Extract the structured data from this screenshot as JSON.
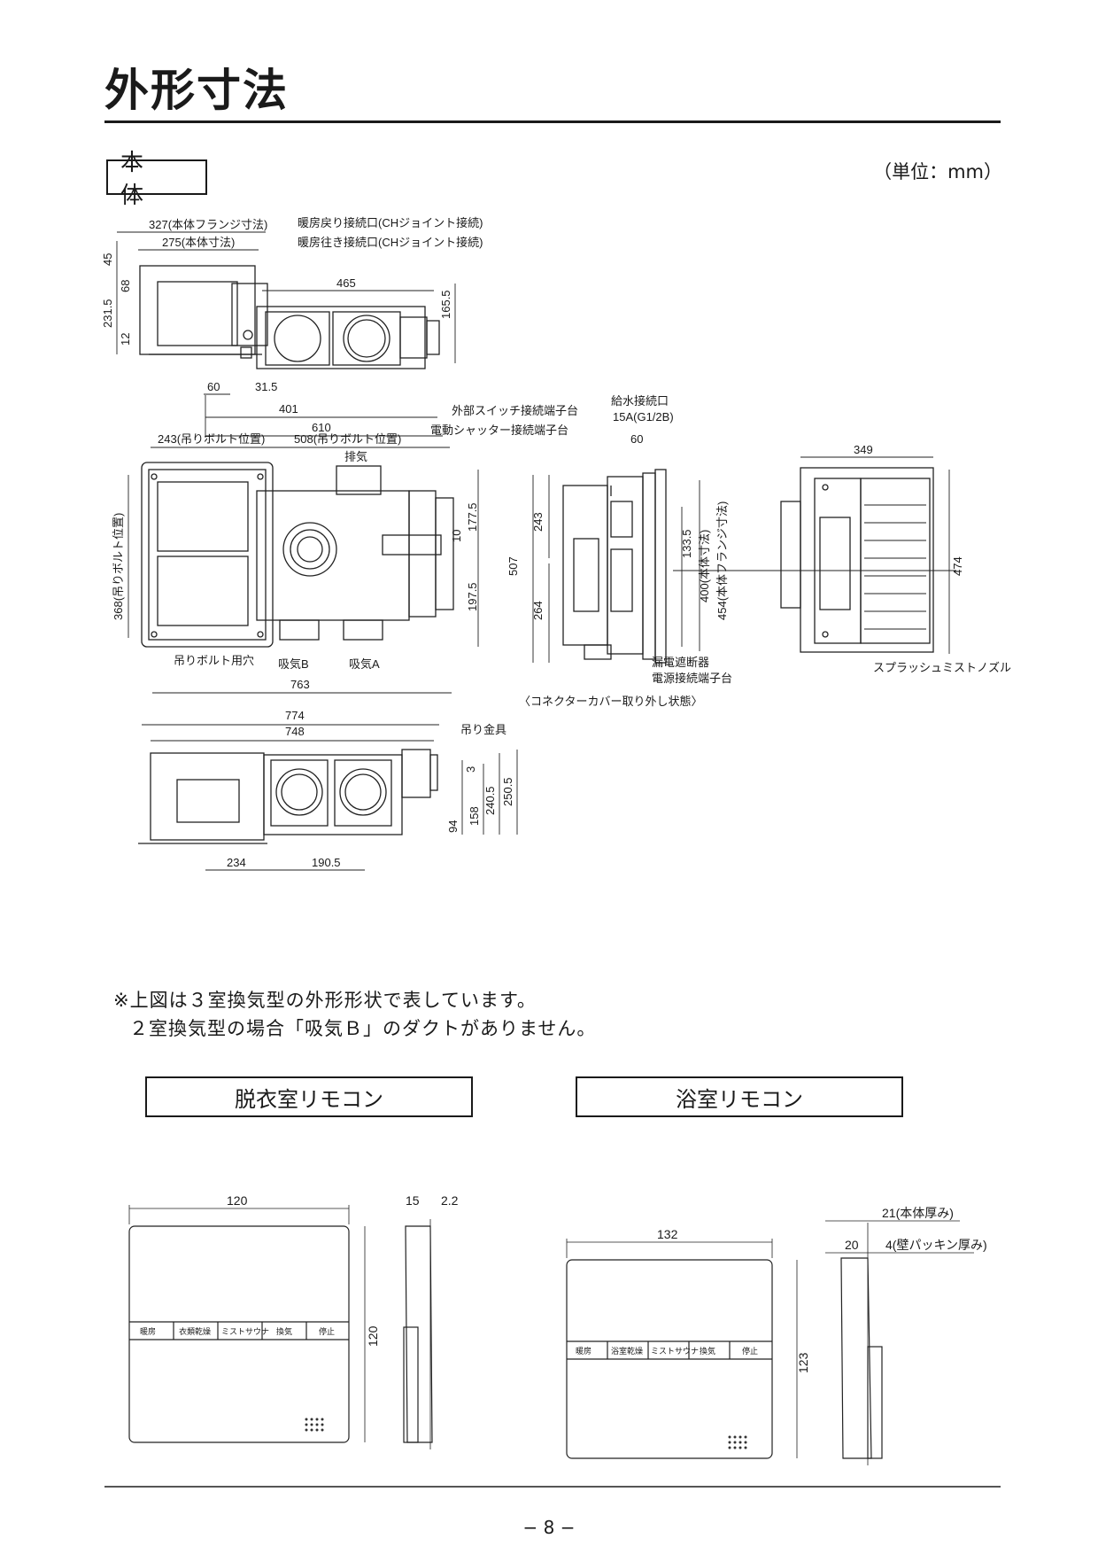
{
  "page": {
    "title": "外形寸法",
    "section": "本 体",
    "unit": "（単位：mm）",
    "page_number": "− 8 −"
  },
  "top_view": {
    "flange_dim": "327(本体フランジ寸法)",
    "body_dim": "275(本体寸法)",
    "return_port": "暖房戻り接続口(CHジョイント接続)",
    "supply_port": "暖房往き接続口(CHジョイント接続)",
    "h45": "45",
    "h68": "68",
    "h2315": "231.5",
    "h12": "12",
    "w465": "465",
    "h1655": "165.5",
    "w60": "60",
    "w315": "31.5",
    "w401": "401",
    "w610": "610"
  },
  "plan_view": {
    "bolt1": "243(吊りボルト位置)",
    "bolt2": "508(吊りボルト位置)",
    "exhaust": "排気",
    "bolt_v": "368(吊りボルト位置)",
    "bolt_hole": "吊りボルト用穴",
    "intake_b": "吸気B",
    "intake_a": "吸気A",
    "w763": "763",
    "h1775": "177.5",
    "h10": "10",
    "h1975": "197.5"
  },
  "side_view": {
    "ext_switch": "外部スイッチ接続端子台",
    "shutter": "電動シャッター接続端子台",
    "water_port": "給水接続口",
    "water_spec": "15A(G1/2B)",
    "w60": "60",
    "h243": "243",
    "h507": "507",
    "h264": "264",
    "h1335": "133.5",
    "h400": "400(本体寸法)",
    "h454": "454(本体フランジ寸法)",
    "breaker": "漏電遮断器",
    "power_term": "電源接続端子台",
    "caption": "〈コネクターカバー取り外し状態〉"
  },
  "front_view": {
    "w349": "349",
    "h474": "474",
    "nozzle": "スプラッシュミストノズル"
  },
  "bottom_view": {
    "w774": "774",
    "w748": "748",
    "hanger": "吊り金具",
    "d3": "3",
    "d94": "94",
    "d158": "158",
    "d2405": "240.5",
    "d2505": "250.5",
    "w234": "234",
    "w1905": "190.5"
  },
  "notes": {
    "line1": "※上図は３室換気型の外形形状で表しています。",
    "line2": "２室換気型の場合「吸気Ｂ」のダクトがありません。"
  },
  "remote_dressing": {
    "title": "脱衣室リモコン",
    "w120": "120",
    "d15": "15",
    "d22": "2.2",
    "h120": "120",
    "buttons": [
      "暖房",
      "衣類乾燥",
      "ミストサウナ",
      "換気",
      "停止"
    ]
  },
  "remote_bath": {
    "title": "浴室リモコン",
    "w132": "132",
    "h123": "123",
    "d21": "21(本体厚み)",
    "d20": "20",
    "d4": "4(壁パッキン厚み)",
    "buttons": [
      "暖房",
      "浴室乾燥",
      "ミストサウナ",
      "換気",
      "停止"
    ]
  }
}
